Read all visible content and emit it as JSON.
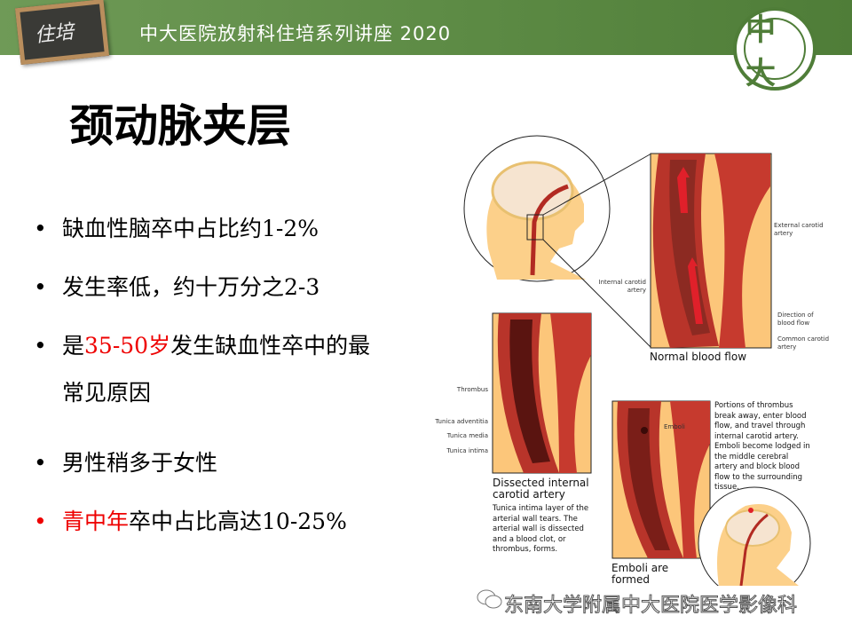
{
  "header": {
    "title": "中大医院放射科住培系列讲座 2020",
    "board_text": "住培",
    "logo_text": "中大"
  },
  "slide": {
    "title": "颈动脉夹层",
    "bullets": [
      {
        "text": "缺血性脑卒中占比约1-2%"
      },
      {
        "text": "发生率低，约十万分之2-3"
      },
      {
        "pre": "是",
        "highlight": "35-50岁",
        "post": "发生缺血性卒中的最",
        "cont": "常见原因"
      },
      {
        "text": "男性稍多于女性"
      },
      {
        "highlight": "青中年",
        "post": "卒中占比高达10-25%"
      }
    ],
    "highlight_color": "#e00000"
  },
  "illustration": {
    "normal": {
      "caption": "Normal blood flow",
      "labels": {
        "external": "External carotid artery",
        "internal": "Internal carotid artery",
        "direction": "Direction of blood flow",
        "common": "Common carotid artery"
      }
    },
    "dissected": {
      "caption": "Dissected internal carotid artery",
      "description": "Tunica intima layer of the arterial wall tears. The arterial wall is dissected and a blood clot, or thrombus, forms.",
      "labels": {
        "thrombus": "Thrombus",
        "adventitia": "Tunica adventitia",
        "media": "Tunica media",
        "intima": "Tunica intima"
      }
    },
    "emboli": {
      "caption": "Emboli are formed",
      "label": "Emboli",
      "description": "Portions of thrombus break away, enter blood flow, and travel through internal carotid artery. Emboli become lodged in the middle cerebral artery and block blood flow to the surrounding tissue."
    }
  },
  "watermark": {
    "text": "东南大学附属中大医院医学影像科",
    "icon": "wechat-icon"
  }
}
